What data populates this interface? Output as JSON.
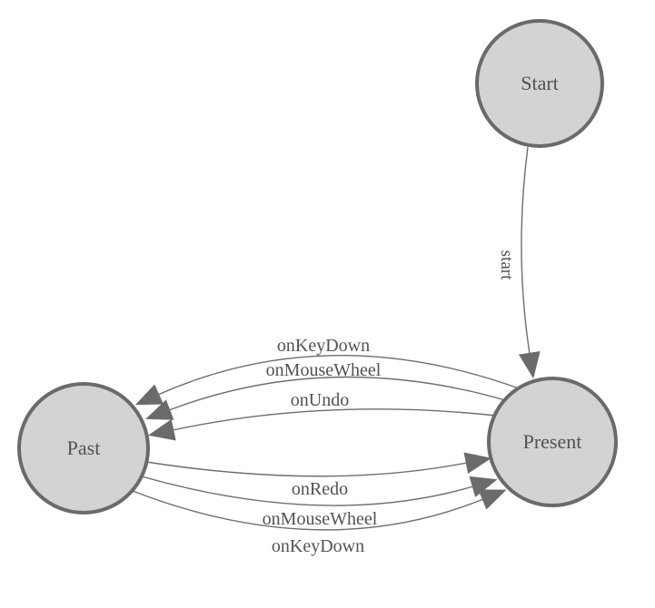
{
  "colors": {
    "node_fill": "#d3d3d3",
    "node_border": "#6a6a6a",
    "edge_line": "#6e6e6e",
    "arrow_fill": "#6b6b6b",
    "label_text": "#525252"
  },
  "nodes": [
    {
      "id": "start",
      "label": "Start"
    },
    {
      "id": "past",
      "label": "Past"
    },
    {
      "id": "present",
      "label": "Present"
    }
  ],
  "edges": [
    {
      "from": "start",
      "to": "present",
      "label": "start"
    },
    {
      "from": "present",
      "to": "past",
      "label": "onKeyDown"
    },
    {
      "from": "present",
      "to": "past",
      "label": "onMouseWheel"
    },
    {
      "from": "present",
      "to": "past",
      "label": "onUndo"
    },
    {
      "from": "past",
      "to": "present",
      "label": "onRedo"
    },
    {
      "from": "past",
      "to": "present",
      "label": "onMouseWheel"
    },
    {
      "from": "past",
      "to": "present",
      "label": "onKeyDown"
    }
  ]
}
